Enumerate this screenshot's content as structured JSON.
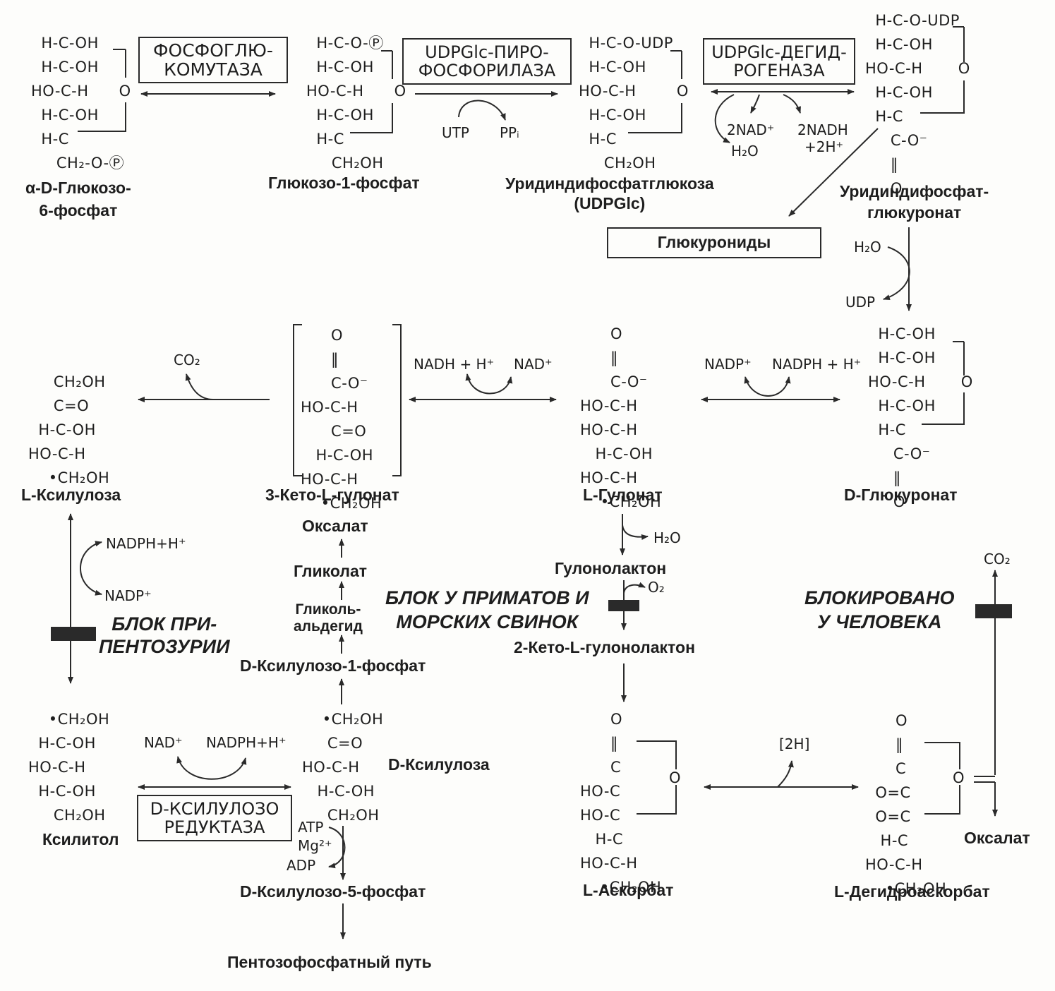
{
  "enzymes": {
    "phosphoglucomutase": "ФОСФОГЛЮ-\nКОМУТАЗА",
    "udpglc_pyrophosphorylase": "UDPGlc-ПИРО-\nФОСФОРИЛАЗА",
    "udpglc_dehydrogenase": "UDPGlc-ДЕГИД-\nРОГЕНАЗА",
    "xylulose_reductase": "D-КСИЛУЛОЗО\nРЕДУКТАЗА"
  },
  "boxes": {
    "glucuronides": "Глюкурониды"
  },
  "compounds": {
    "g6p": "α-D-Глюкозо-\n6-фосфат",
    "g1p": "Глюкозо-1-фосфат",
    "udpglc": "Уридиндифосфатглюкоза\n(UDPGlc)",
    "udpglcur": "Уридиндифосфат-\nглюкуронат",
    "lxylulose": "L-Ксилулоза",
    "ketogulonate": "3-Кето-L-гулонат",
    "lgulonate": "L-Гулонат",
    "dglucuronate": "D-Глюкуронат",
    "oxalate1": "Оксалат",
    "glycolate": "Гликолат",
    "glycolaldehyde": "Гликоль-\nальдегид",
    "x1p": "D-Ксилулозо-1-фосфат",
    "gulonolactone": "Гулонолактон",
    "ketogulonolactone": "2-Кето-L-гулонолактон",
    "dxylulose": "D-Ксилулоза",
    "xylitol": "Ксилитол",
    "x5p": "D-Ксилулозо-5-фосфат",
    "ppp": "Пентозофосфатный путь",
    "lascorbate": "L-Аскорбат",
    "ldehydro": "L-Дегидроаскорбат",
    "oxalate2": "Оксалат"
  },
  "cofactors": {
    "utp": "UTP",
    "ppi": "PPᵢ",
    "nad2": "2NAD⁺",
    "h2o_a": "H₂O",
    "nadh2": "2NADH",
    "plus2h": "+2H⁺",
    "h2o_b": "H₂O",
    "udp": "UDP",
    "co2_a": "CO₂",
    "nadh_h": "NADH + H⁺",
    "nad_a": "NAD⁺",
    "nadp_a": "NADP⁺",
    "nadph_h_a": "NADPH + H⁺",
    "nadph_h_b": "NADPH+H⁺",
    "nadp_b": "NADP⁺",
    "h2o_c": "H₂O",
    "o2": "O₂",
    "co2_b": "CO₂",
    "two_h": "[2H]",
    "nad_b": "NAD⁺",
    "nadph_h_c": "NADPH+H⁺",
    "atp": "ATP",
    "mg": "Mg²⁺",
    "adp": "ADP"
  },
  "blocks": {
    "pentosuria": "БЛОК ПРИ-\nПЕНТОЗУРИИ",
    "primates": "БЛОК У ПРИМАТОВ И\nМОРСКИХ СВИНОК",
    "human": "БЛОКИРОВАНО\nУ ЧЕЛОВЕКА"
  }
}
